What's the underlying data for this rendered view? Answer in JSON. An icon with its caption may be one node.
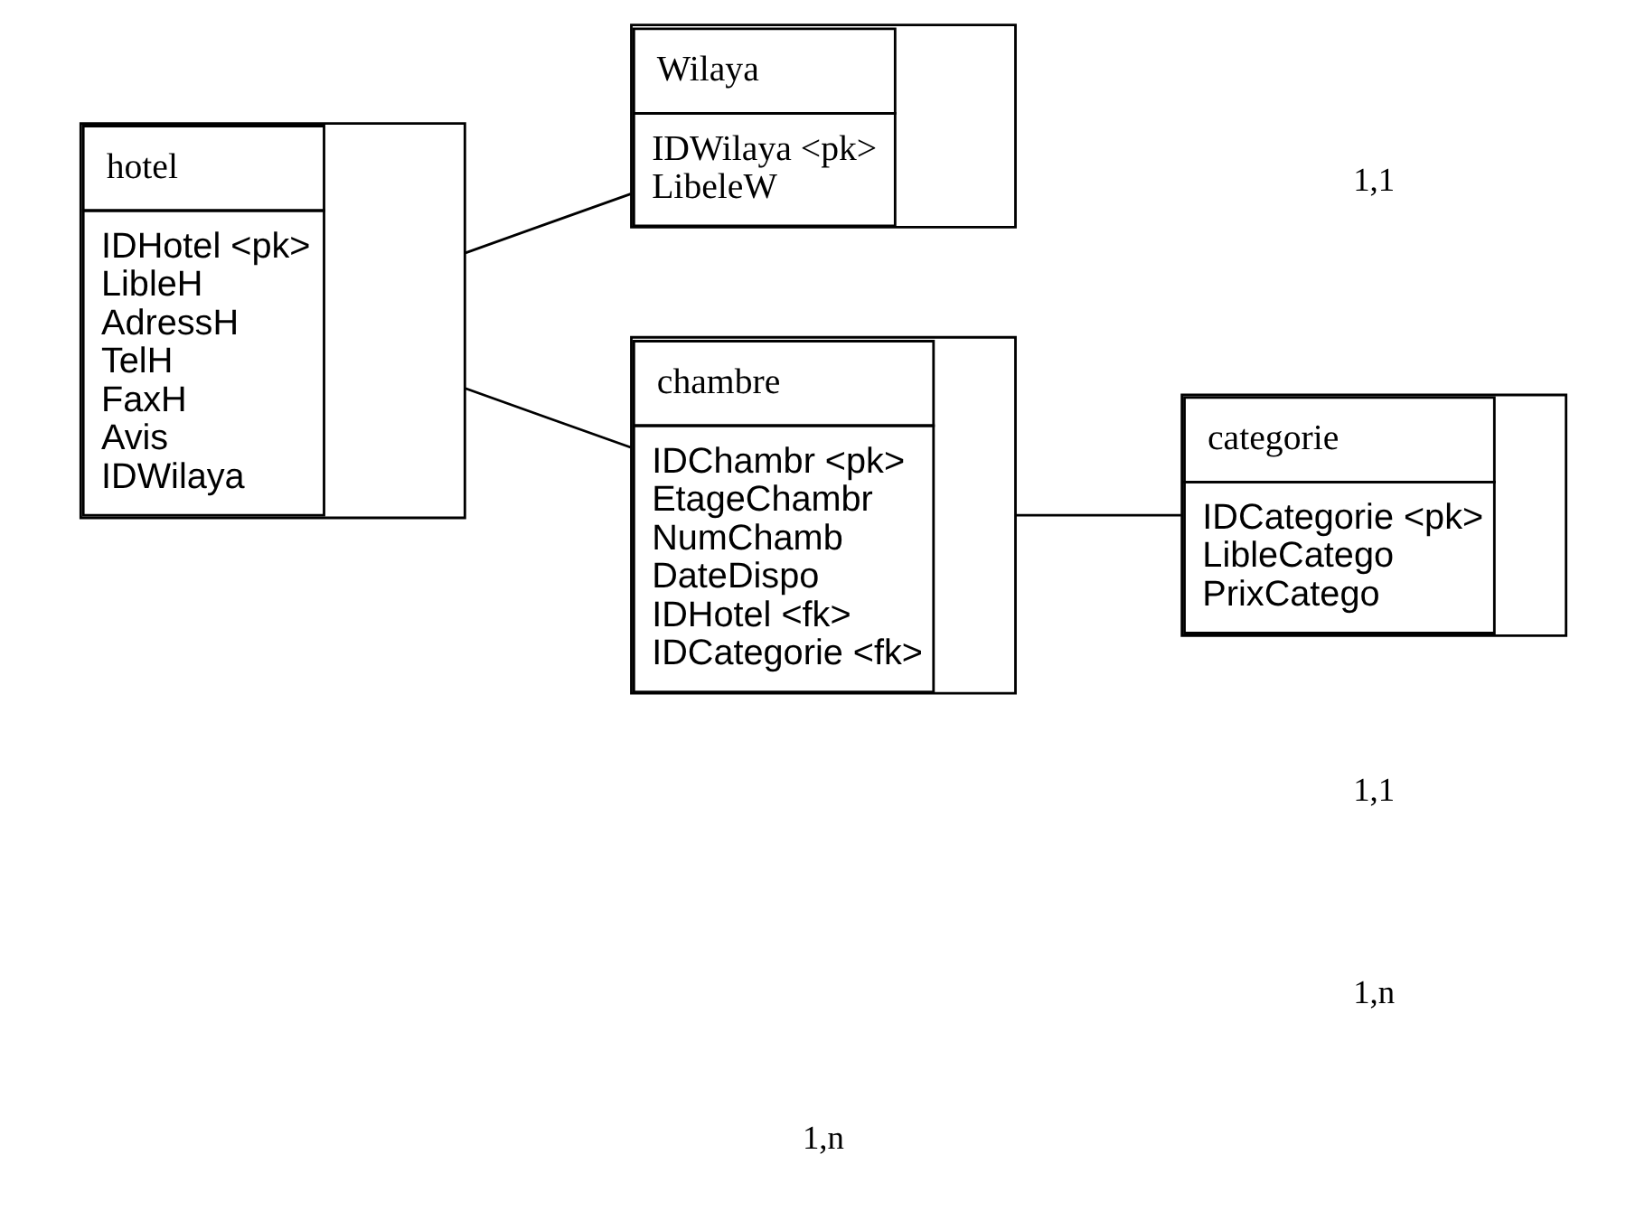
{
  "diagram": {
    "nodes": [
      {
        "text": [
          "hotel",
          "IDHotel <pk>",
          "LibleH",
          "AdressH",
          "TelH",
          "FaxH",
          "Avis",
          "IDWilaya"
        ]
      },
      {
        "text": [
          "Wilaya",
          "IDWilaya <pk>",
          "LibeleW"
        ]
      },
      {
        "text": [
          "chambre",
          "IDChambr <pk>",
          "EtageChambr",
          "NumChamb",
          "DateDispo",
          "IDHotel <fk>",
          "IDCategorie <fk>"
        ]
      },
      {
        "text": [
          "categorie",
          "IDCategorie <pk>",
          "LibleCatego",
          "PrixCatego"
        ]
      }
    ],
    "edges": [
      {
        "from": 0,
        "to": 1,
        "arrow": "none"
      },
      {
        "from": 0,
        "to": 2,
        "arrow": "none"
      },
      {
        "from": 2,
        "to": 3,
        "arrow": "none"
      }
    ],
    "labels": [
      "1,n",
      "1,1",
      "1,n",
      "1,1"
    ]
  }
}
